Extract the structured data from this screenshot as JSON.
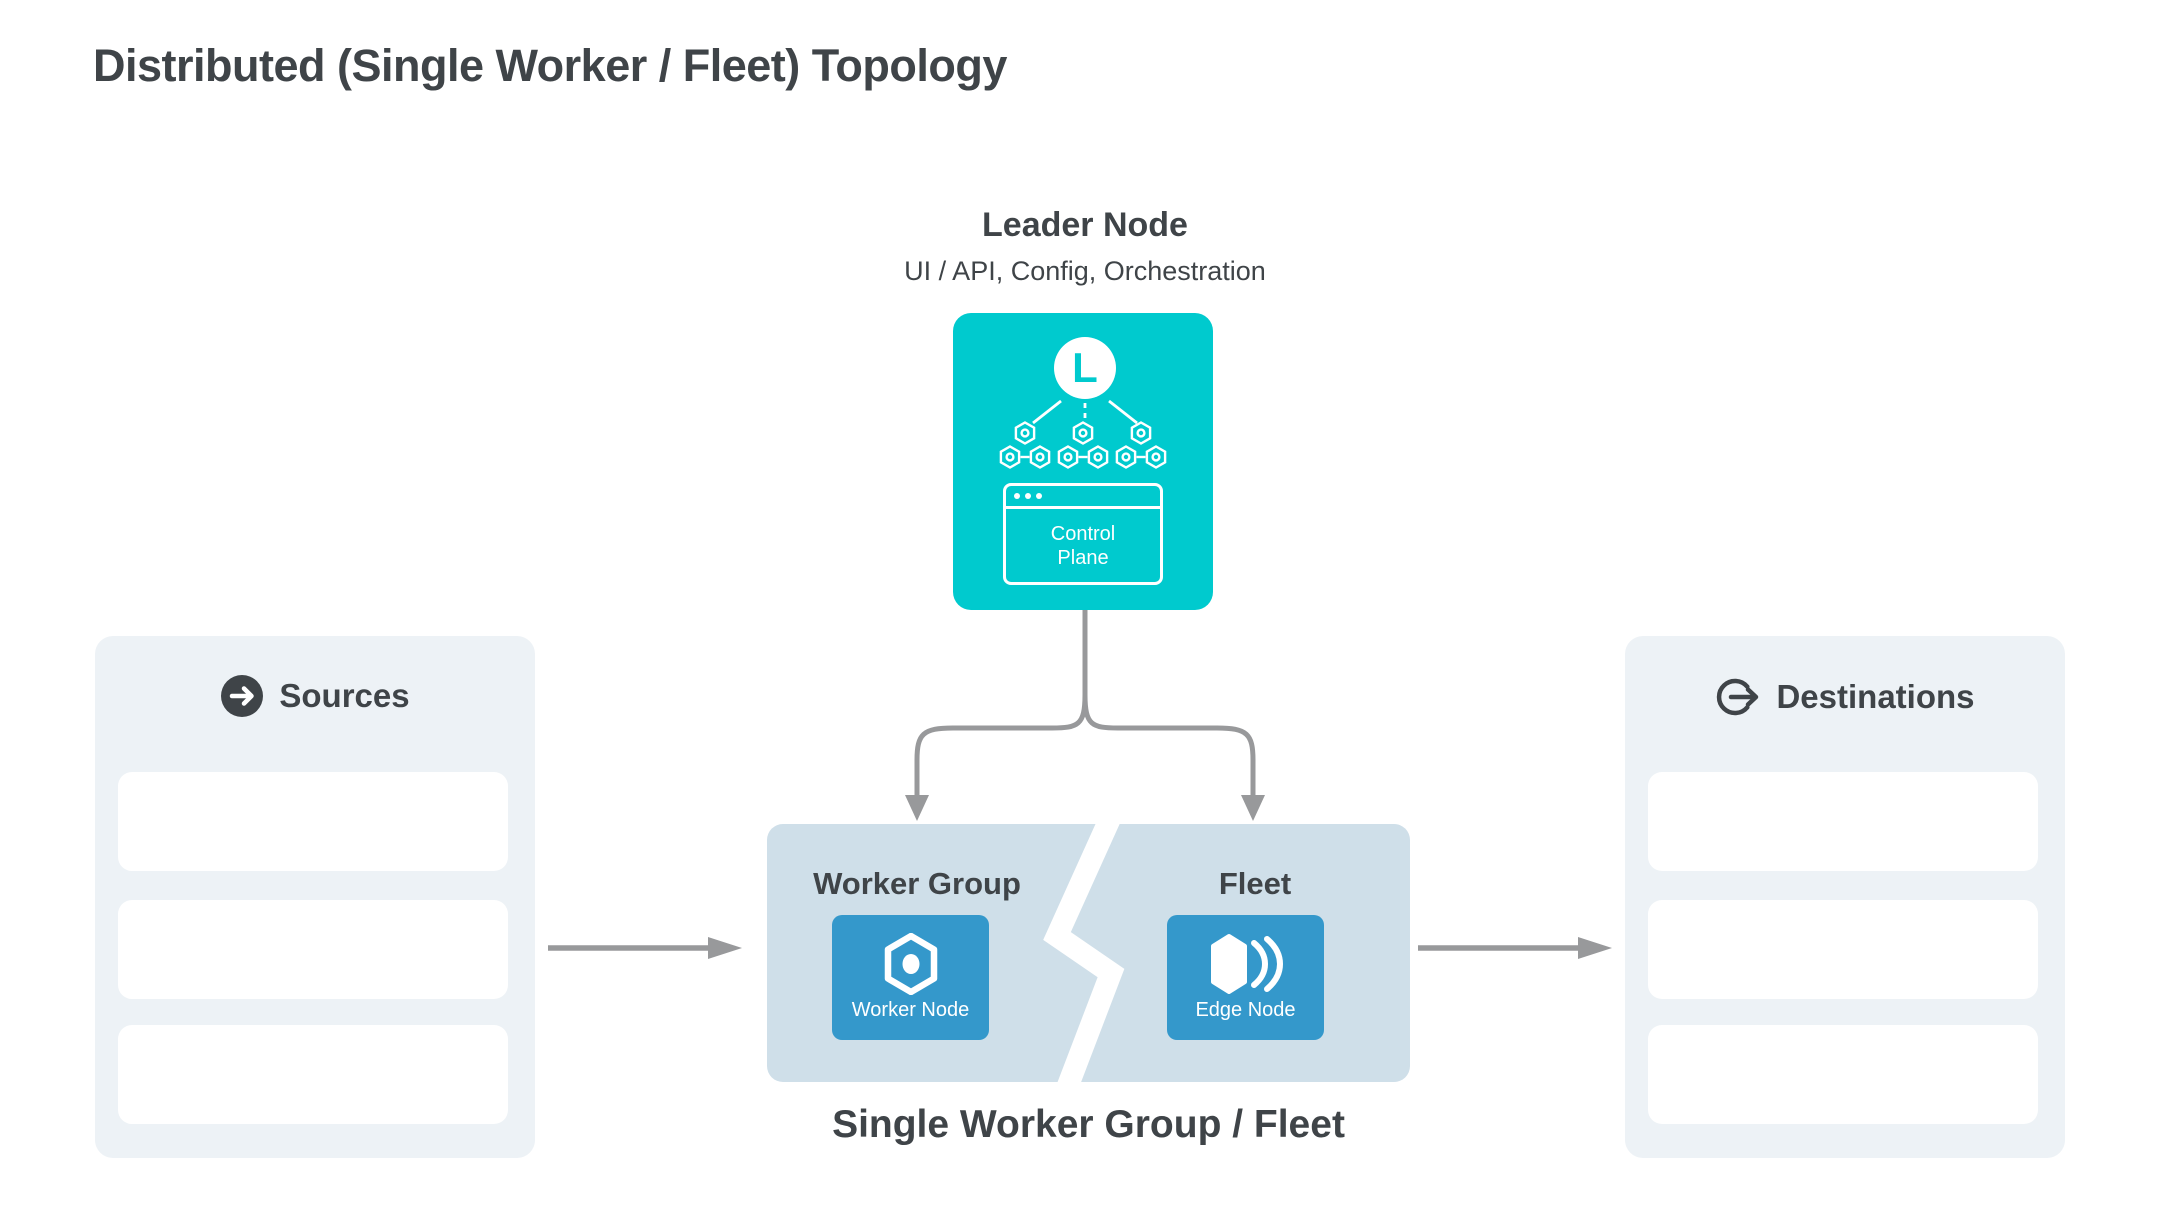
{
  "page": {
    "title": "Distributed (Single Worker / Fleet) Topology"
  },
  "leader": {
    "heading": "Leader Node",
    "subheading": "UI / API, Config, Orchestration",
    "badge_letter": "L",
    "control_plane": {
      "line1": "Control",
      "line2": "Plane"
    }
  },
  "sources_panel": {
    "label": "Sources",
    "icon": "arrow-right-circle-icon",
    "slot_count": 3
  },
  "destinations_panel": {
    "label": "Destinations",
    "icon": "arrow-out-circle-icon",
    "slot_count": 3
  },
  "cluster": {
    "worker_group_label": "Worker Group",
    "fleet_label": "Fleet",
    "worker_node_label": "Worker Node",
    "edge_node_label": "Edge Node",
    "caption": "Single Worker Group / Fleet"
  },
  "colors": {
    "leader_teal": "#00CACE",
    "node_blue": "#3498CB",
    "cluster_bg": "#CFDFE9",
    "panel_bg": "#EDF2F6",
    "text_dark": "#3F4448",
    "arrow_gray": "#98999B"
  }
}
